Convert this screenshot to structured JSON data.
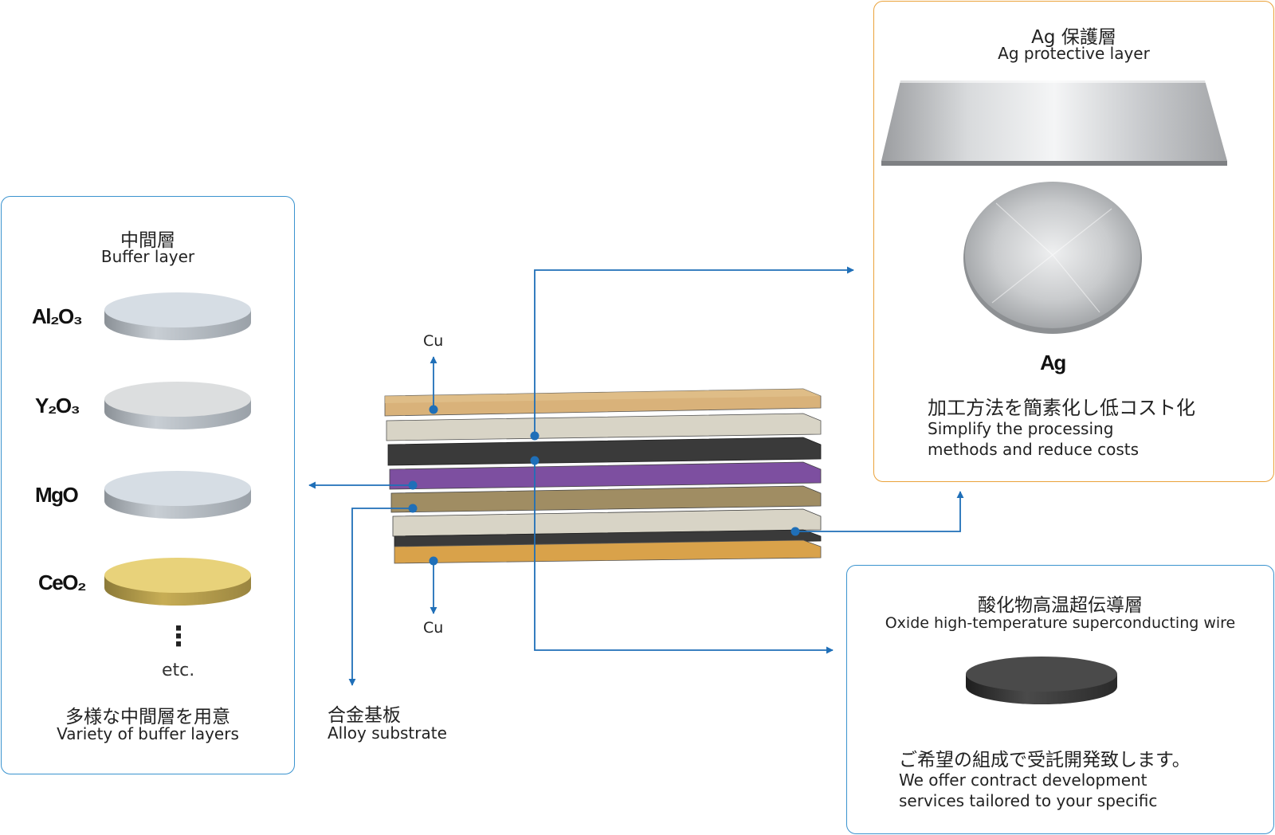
{
  "buffer_panel": {
    "title_ja": "中間層",
    "title_en": "Buffer layer",
    "materials": [
      "Al₂O₃",
      "Y₂O₃",
      "MgO",
      "CeO₂"
    ],
    "ellipsis": "⋮",
    "etc": "etc.",
    "footer_ja": "多様な中間層を用意",
    "footer_en": "Variety of buffer layers"
  },
  "stack": {
    "cu_top": "Cu",
    "cu_bottom": "Cu",
    "substrate_ja": "合金基板",
    "substrate_en": "Alloy substrate"
  },
  "ag_panel": {
    "title_ja": "Ag 保護層",
    "title_en": "Ag protective layer",
    "material": "Ag",
    "desc_ja": "加工方法を簡素化し低コスト化",
    "desc_en_1": "Simplify the processing",
    "desc_en_2": "methods and reduce costs"
  },
  "oxide_panel": {
    "title_ja": "酸化物高温超伝導層",
    "title_en": "Oxide high-temperature superconducting wire",
    "desc_ja": "ご希望の組成で受託開発致します。",
    "desc_en_1": "We offer contract development",
    "desc_en_2": "services tailored to your specific"
  },
  "colors": {
    "connector": "#1f6fb8",
    "box_blue": "#3a93cf",
    "box_orange": "#eaa23a",
    "cu_layer": "#d9b27a",
    "ag_layer": "#d8d4c6",
    "hts_layer": "#3a3a3a",
    "buffer_layer": "#7d4fa0",
    "substrate_layer": "#a08d63",
    "ceo2_disc": "#e8d27a",
    "buffer_disc": "#d6dde4"
  }
}
